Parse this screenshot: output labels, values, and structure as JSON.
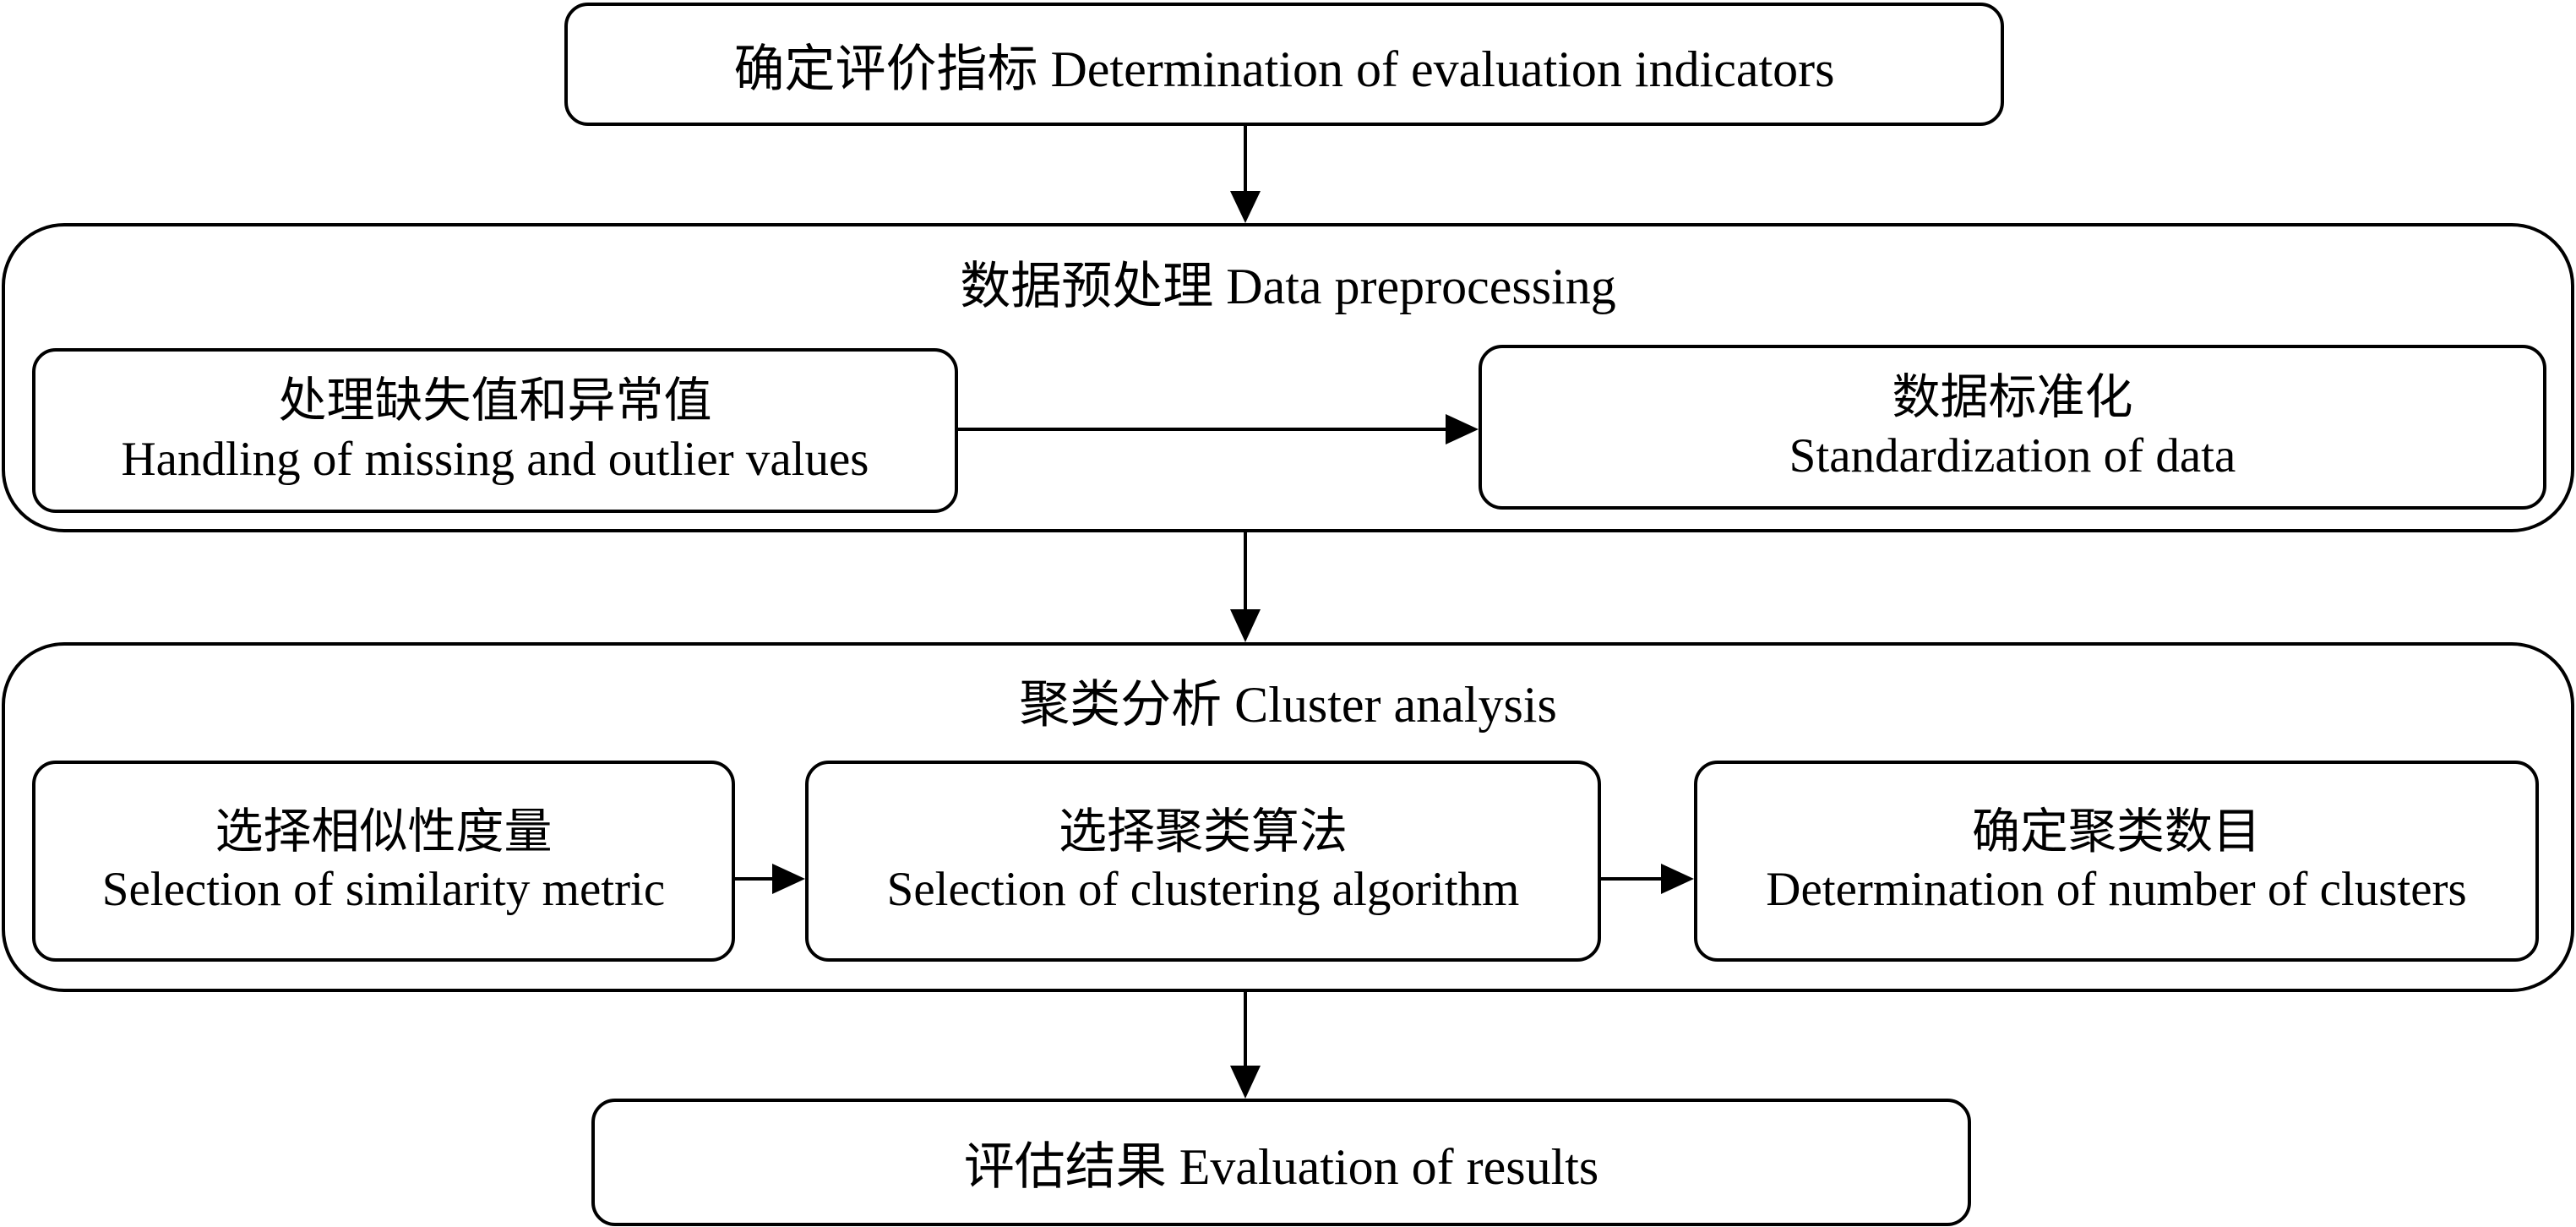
{
  "steps": {
    "determine_indicators": {
      "label": "确定评价指标 Determination of evaluation indicators"
    },
    "data_preprocessing": {
      "label": "数据预处理 Data preprocessing",
      "handling": {
        "zh": "处理缺失值和异常值",
        "en": "Handling of missing and outlier values"
      },
      "standardization": {
        "zh": "数据标准化",
        "en": "Standardization of data"
      }
    },
    "cluster_analysis": {
      "label": "聚类分析 Cluster analysis",
      "similarity": {
        "zh": "选择相似性度量",
        "en": "Selection of similarity metric"
      },
      "algorithm": {
        "zh": "选择聚类算法",
        "en": "Selection of clustering algorithm"
      },
      "number": {
        "zh": "确定聚类数目",
        "en": "Determination of number of clusters"
      }
    },
    "evaluation": {
      "label": "评估结果 Evaluation of results"
    }
  }
}
